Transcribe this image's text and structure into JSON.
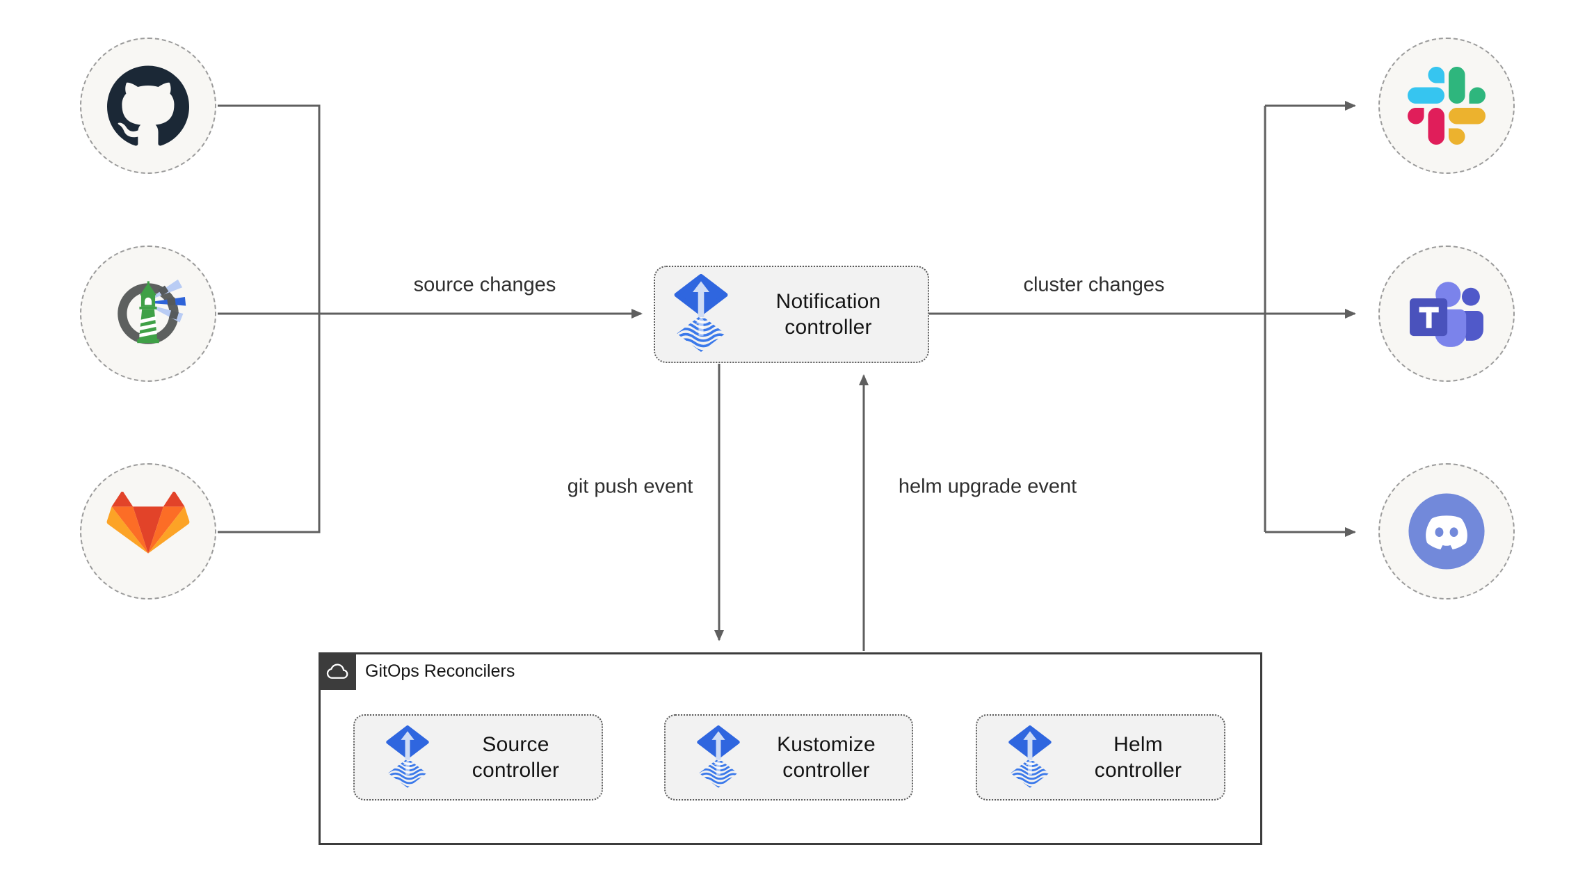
{
  "nodes": {
    "notification_controller": {
      "label": "Notification\ncontroller",
      "icon": "flux-icon"
    },
    "source_controller": {
      "label": "Source\ncontroller",
      "icon": "flux-icon"
    },
    "kustomize_controller": {
      "label": "Kustomize\ncontroller",
      "icon": "flux-icon"
    },
    "helm_controller": {
      "label": "Helm\ncontroller",
      "icon": "flux-icon"
    }
  },
  "group": {
    "label": "GitOps Reconcilers",
    "icon": "cloud-icon"
  },
  "edge_labels": {
    "source_changes": "source changes",
    "cluster_changes": "cluster changes",
    "git_push_event": "git push event",
    "helm_upgrade_event": "helm upgrade event"
  },
  "input_icons": [
    "github-icon",
    "harbor-icon",
    "gitlab-icon"
  ],
  "output_icons": [
    "slack-icon",
    "teams-icon",
    "discord-icon"
  ],
  "colors": {
    "flux_blue": "#2f66df",
    "flux_wave_blue": "#3b79ea",
    "flux_arrow_light": "#cfdcf5",
    "node_fill": "#f2f2f2",
    "node_border": "#5a5a5a",
    "group_border": "#3c3c3c",
    "connector": "#5f5f5f",
    "circle_fill": "#f8f7f4",
    "circle_border": "#9b9b9b",
    "github_dark": "#1b2836",
    "harbor_gray": "#5d605f",
    "harbor_green": "#3fa047",
    "harbor_beam_blue": "#2e63d8",
    "gitlab_red": "#e24329",
    "gitlab_orange": "#fc6d26",
    "gitlab_amber": "#fca326",
    "slack_blue": "#36C5F0",
    "slack_green": "#2EB67D",
    "slack_red": "#E01E5A",
    "slack_yellow": "#ECB22E",
    "teams_purple": "#4a52bc",
    "teams_light": "#7b83eb",
    "teams_mid": "#5059c9",
    "discord_blurple": "#7289da"
  }
}
